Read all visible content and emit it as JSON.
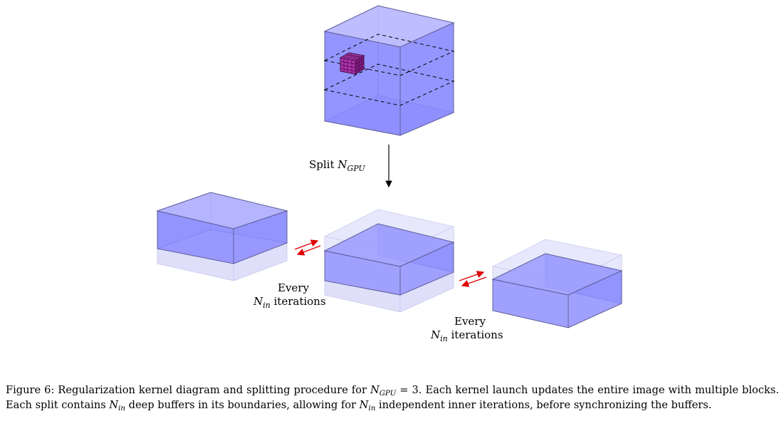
{
  "split_label": {
    "prefix": "Split ",
    "symbol": "N",
    "sub": "GPU"
  },
  "every_label": {
    "line1": "Every",
    "symbol": "N",
    "sub": "in",
    "rest": " iterations"
  },
  "caption": {
    "p1": "Figure 6: Regularization kernel diagram and splitting procedure for ",
    "sym_ngpu": "N",
    "sub_gpu": "GPU",
    "p2": " = 3. Each kernel launch updates the entire image with multiple blocks. Each split contains ",
    "sym_nin1": "N",
    "sub_in1": "in",
    "p3": " deep buffers in its boundaries, allowing for ",
    "sym_nin2": "N",
    "sub_in2": "in",
    "p4": " independent inner iterations, before synchronizing the buffers."
  },
  "colors": {
    "block_fill": "#8080ff",
    "buffer_fill": "#dcdcfa",
    "edge": "#5f5f9a",
    "exchange_arrow": "#e00000",
    "kernel_cube": "#a020a0"
  }
}
